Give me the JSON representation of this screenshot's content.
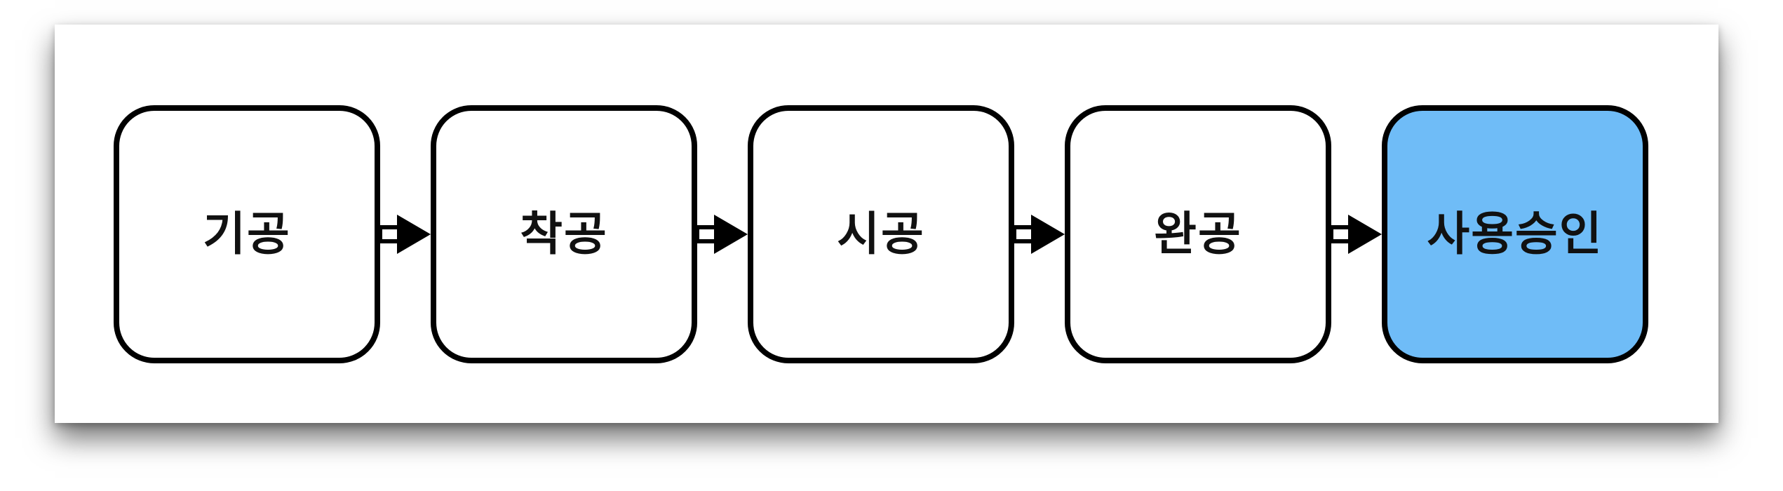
{
  "steps": [
    {
      "label": "기공"
    },
    {
      "label": "착공"
    },
    {
      "label": "시공"
    },
    {
      "label": "완공"
    },
    {
      "label": "사용승인"
    }
  ],
  "colors": {
    "active_fill": "#6fbcf7",
    "box_fill": "#ffffff",
    "stroke": "#000000"
  }
}
